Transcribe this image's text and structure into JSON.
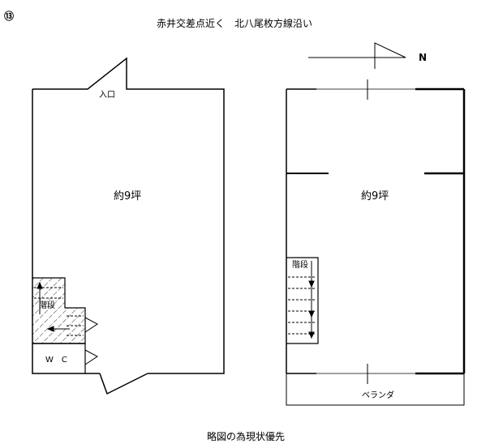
{
  "header": {
    "number_badge": "⑬",
    "location": "赤井交差点近く　北八尾枚方線沿い"
  },
  "compass": {
    "label": "N"
  },
  "floor_left": {
    "entrance": "入口",
    "area": "約9坪",
    "stairs": "階段",
    "toilet": "W　C"
  },
  "floor_right": {
    "area": "約9坪",
    "stairs": "階段",
    "veranda": "ベランダ"
  },
  "footer": {
    "note": "略図の為現状優先"
  }
}
